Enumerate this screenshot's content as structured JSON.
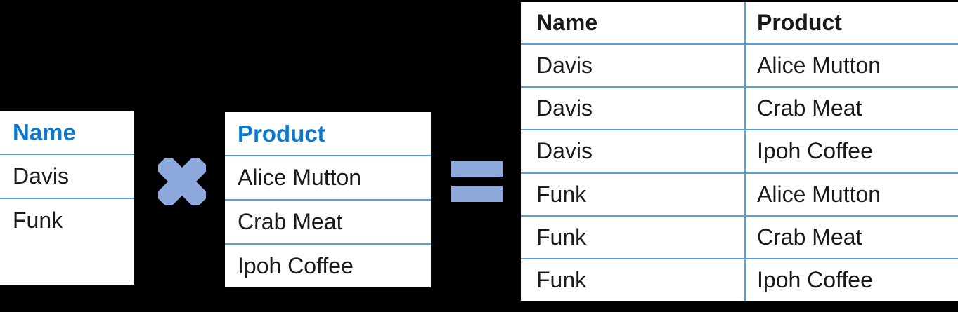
{
  "colors": {
    "background": "#000000",
    "table-bg": "#ffffff",
    "header-text": "#0b79d0",
    "grid-line": "#56a0dc",
    "body-text": "#1a1a1a",
    "operator": "#8ea9db"
  },
  "left_table": {
    "header": "Name",
    "rows": [
      "Davis",
      "Funk"
    ]
  },
  "middle_table": {
    "header": "Product",
    "rows": [
      "Alice Mutton",
      "Crab Meat",
      "Ipoh Coffee"
    ]
  },
  "operators": {
    "multiply_icon": "multiply-cross",
    "equals_icon": "equals-sign"
  },
  "result_table": {
    "headers": [
      "Name",
      "Product"
    ],
    "rows": [
      [
        "Davis",
        "Alice Mutton"
      ],
      [
        "Davis",
        "Crab Meat"
      ],
      [
        "Davis",
        "Ipoh Coffee"
      ],
      [
        "Funk",
        "Alice Mutton"
      ],
      [
        "Funk",
        "Crab Meat"
      ],
      [
        "Funk",
        "Ipoh Coffee"
      ]
    ]
  }
}
